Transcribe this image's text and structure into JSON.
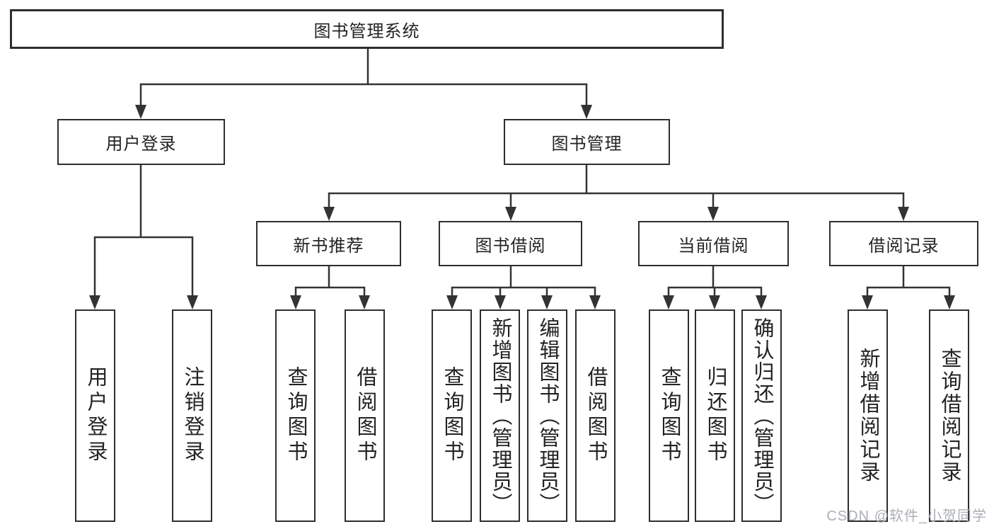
{
  "tree": {
    "label": "图书管理系统",
    "children": [
      {
        "label": "用户登录",
        "children": [
          "用户登录",
          "注销登录"
        ]
      },
      {
        "label": "图书管理",
        "children": [
          {
            "label": "新书推荐",
            "children": [
              "查询图书",
              "借阅图书"
            ]
          },
          {
            "label": "图书借阅",
            "children": [
              "查询图书",
              "新增图书（管理员）",
              "编辑图书（管理员）",
              "借阅图书"
            ]
          },
          {
            "label": "当前借阅",
            "children": [
              "查询图书",
              "归还图书",
              "确认归还（管理员）"
            ]
          },
          {
            "label": "借阅记录",
            "children": [
              "新增借阅记录",
              "查询借阅记录"
            ]
          }
        ]
      }
    ]
  },
  "watermark": {
    "text": "CSDN @软件_小贺同学"
  },
  "colors": {
    "line": "#333333",
    "border": "#2e2e2e",
    "text": "#232323",
    "watermark": "#abafb5",
    "background": "#ffffff"
  }
}
